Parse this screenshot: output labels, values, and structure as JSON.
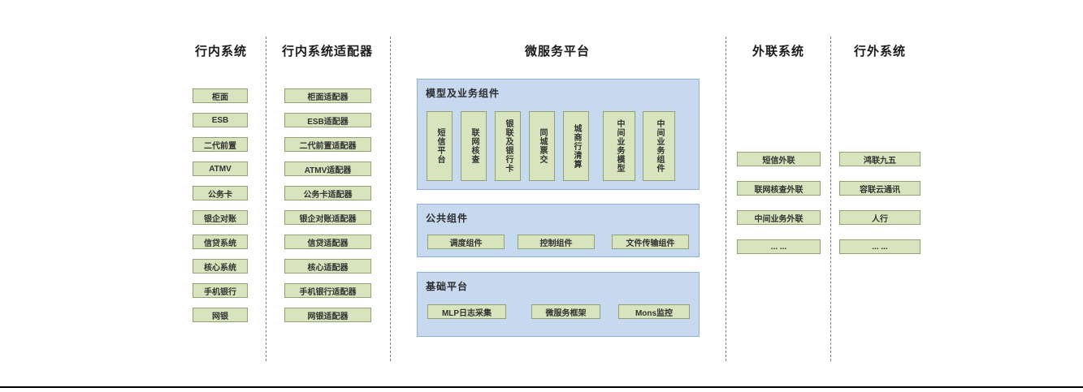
{
  "diagram": {
    "col_inbank": {
      "title": "行内系统",
      "items": [
        "柜面",
        "ESB",
        "二代前置",
        "ATMV",
        "公务卡",
        "银企对账",
        "信贷系统",
        "核心系统",
        "手机银行",
        "网银"
      ]
    },
    "col_adapter": {
      "title": "行内系统适配器",
      "items": [
        "柜面适配器",
        "ESB适配器",
        "二代前置适配器",
        "ATMV适配器",
        "公务卡适配器",
        "银企对账适配器",
        "信贷适配器",
        "核心适配器",
        "手机银行适配器",
        "网银适配器"
      ]
    },
    "platform": {
      "title": "微服务平台",
      "panels": [
        {
          "title": "模型及业务组件",
          "items": [
            "短信平台",
            "联网核查",
            "银联及银行卡",
            "同城票交",
            "城商行清算",
            "中间业务模型",
            "中间业务组件"
          ]
        },
        {
          "title": "公共组件",
          "items": [
            "调度组件",
            "控制组件",
            "文件传输组件"
          ]
        },
        {
          "title": "基础平台",
          "items": [
            "MLP日志采集",
            "微服务框架",
            "Mons监控"
          ]
        }
      ]
    },
    "col_external": {
      "title": "外联系统",
      "items": [
        "短信外联",
        "联网核查外联",
        "中间业务外联",
        "... ..."
      ]
    },
    "col_outbank": {
      "title": "行外系统",
      "items": [
        "鸿联九五",
        "容联云通讯",
        "人行",
        "... ..."
      ]
    },
    "colors": {
      "box_fill": "#d8e4bd",
      "box_border": "#90a273",
      "panel_fill": "#c7d9ef",
      "panel_border": "#8fb0d6"
    }
  }
}
